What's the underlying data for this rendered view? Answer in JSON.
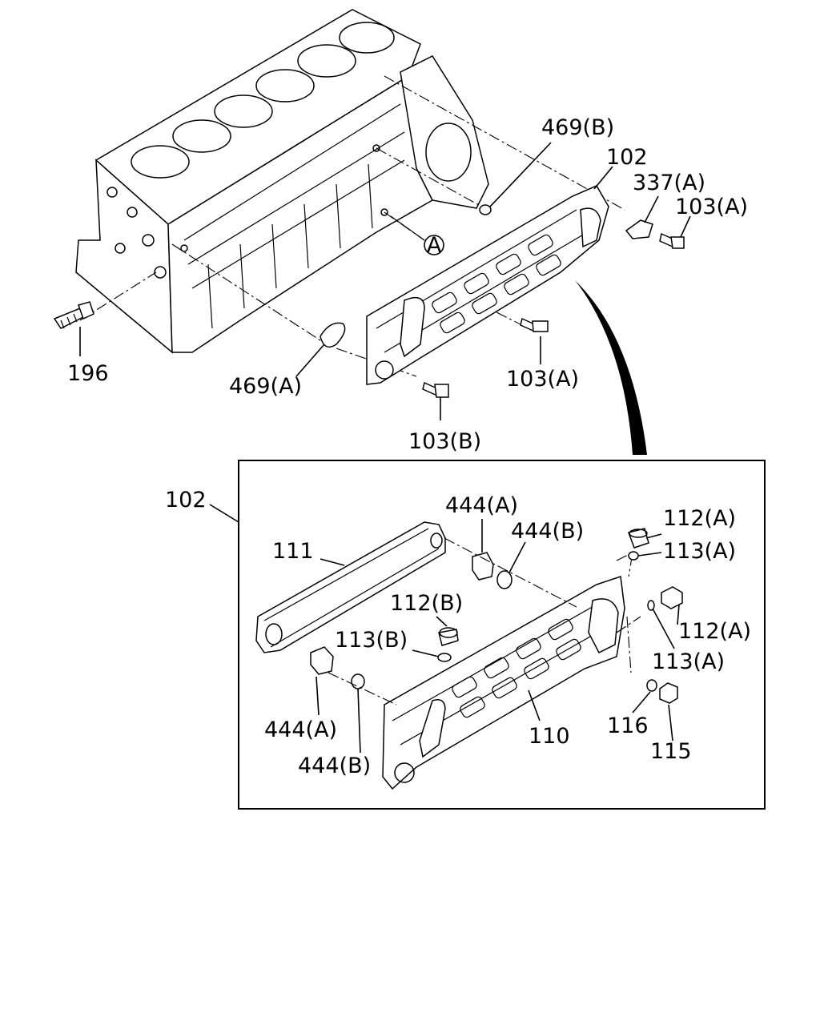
{
  "callouts": {
    "c_469b_top": "469(B)",
    "c_102_top": "102",
    "c_337a": "337(A)",
    "c_103a_right": "103(A)",
    "c_circle_a": "A",
    "c_196": "196",
    "c_469a": "469(A)",
    "c_103a_mid": "103(A)",
    "c_103b": "103(B)",
    "c_102_box": "102",
    "c_444a_top": "444(A)",
    "c_444b_top": "444(B)",
    "c_112a_top": "112(A)",
    "c_113a_top": "113(A)",
    "c_111": "111",
    "c_112b": "112(B)",
    "c_113b": "113(B)",
    "c_112a_mid": "112(A)",
    "c_113a_mid": "113(A)",
    "c_444a_bottom": "444(A)",
    "c_444b_bottom": "444(B)",
    "c_110": "110",
    "c_116": "116",
    "c_115": "115"
  }
}
